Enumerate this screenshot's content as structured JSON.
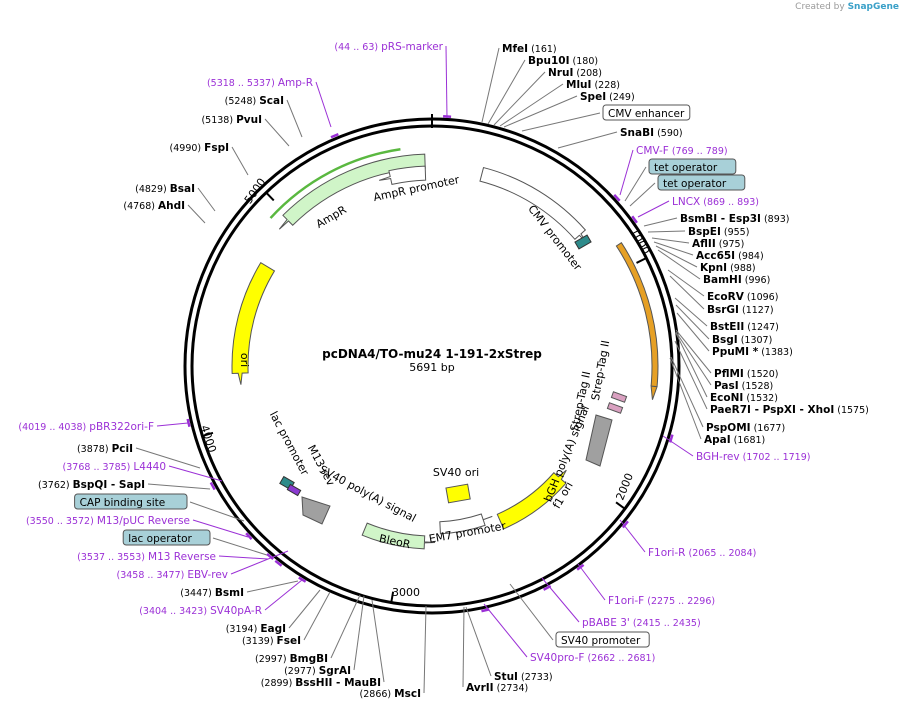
{
  "app": {
    "credit_prefix": "Created by",
    "credit_brand": "SnapGene"
  },
  "map": {
    "name": "pcDNA4/TO-mu24 1-191-2xStrep",
    "length_label": "5691 bp",
    "length_bp": 5691,
    "tick_labels": [
      "1000",
      "2000",
      "3000",
      "4000",
      "5000"
    ]
  },
  "colors": {
    "enzyme": "#000000",
    "primer": "#9b30d6",
    "primer_pos": "#9b30d6",
    "ori": "#ffff00",
    "marker": "#d0f5c8",
    "marker_dark": "#5ab840",
    "orange": "#e6a025",
    "regulatory": "#a8d0d8",
    "polya": "#a0a0a0",
    "strep": "#d9a0c0",
    "teal": "#2e8b8b"
  },
  "features": {
    "cmv_promoter": "CMV promoter",
    "amp_promoter": "AmpR promoter",
    "ampr": "AmpR",
    "ori": "ori",
    "lac_promoter": "lac promoter",
    "m13_rev": "M13 rev",
    "sv40_polya": "SV40 poly(A) signal",
    "sv40_ori": "SV40 ori",
    "bleor": "BleoR",
    "em7": "EM7 promoter",
    "f1_ori": "f1 ori",
    "bgh_polya": "bGH poly(A) signal",
    "strep1": "Strep-Tag II",
    "strep2": "Strep-Tag II"
  },
  "right_labels": [
    {
      "name": "MfeI",
      "pos": "(161)",
      "kind": "enzyme"
    },
    {
      "name": "Bpu10I",
      "pos": "(180)",
      "kind": "enzyme"
    },
    {
      "name": "NruI",
      "pos": "(208)",
      "kind": "enzyme"
    },
    {
      "name": "MluI",
      "pos": "(228)",
      "kind": "enzyme"
    },
    {
      "name": "SpeI",
      "pos": "(249)",
      "kind": "enzyme"
    },
    {
      "name": "CMV enhancer",
      "kind": "boxed"
    },
    {
      "name": "SnaBI",
      "pos": "(590)",
      "kind": "enzyme"
    },
    {
      "name": "CMV-F",
      "pos": "(769 .. 789)",
      "kind": "primer"
    },
    {
      "name": "tet operator",
      "kind": "boxed_blue"
    },
    {
      "name": "tet operator",
      "kind": "boxed_blue"
    },
    {
      "name": "LNCX",
      "pos": "(869 .. 893)",
      "kind": "primer"
    },
    {
      "name": "BsmBI",
      "extra": "- Esp3I",
      "pos": "(893)",
      "kind": "enzyme"
    },
    {
      "name": "BspEI",
      "pos": "(955)",
      "kind": "enzyme"
    },
    {
      "name": "AflII",
      "pos": "(975)",
      "kind": "enzyme"
    },
    {
      "name": "Acc65I",
      "pos": "(984)",
      "kind": "enzyme"
    },
    {
      "name": "KpnI",
      "pos": "(988)",
      "kind": "enzyme"
    },
    {
      "name": "BamHI",
      "pos": "(996)",
      "kind": "enzyme"
    },
    {
      "name": "EcoRV",
      "pos": "(1096)",
      "kind": "enzyme"
    },
    {
      "name": "BsrGI",
      "pos": "(1127)",
      "kind": "enzyme"
    },
    {
      "name": "BstEII",
      "pos": "(1247)",
      "kind": "enzyme"
    },
    {
      "name": "BsgI",
      "pos": "(1307)",
      "kind": "enzyme"
    },
    {
      "name": "PpuMI *",
      "pos": "(1383)",
      "kind": "enzyme"
    },
    {
      "name": "PflMI",
      "pos": "(1520)",
      "kind": "enzyme"
    },
    {
      "name": "PasI",
      "pos": "(1528)",
      "kind": "enzyme"
    },
    {
      "name": "EcoNI",
      "pos": "(1532)",
      "kind": "enzyme"
    },
    {
      "name": "PaeR7I",
      "extra": "- PspXI   - XhoI",
      "pos": "(1575)",
      "kind": "enzyme"
    },
    {
      "name": "PspOMI",
      "pos": "(1677)",
      "kind": "enzyme"
    },
    {
      "name": "ApaI",
      "pos": "(1681)",
      "kind": "enzyme"
    },
    {
      "name": "BGH-rev",
      "pos": "(1702 .. 1719)",
      "kind": "primer"
    },
    {
      "name": "F1ori-R",
      "pos": "(2065 .. 2084)",
      "kind": "primer"
    },
    {
      "name": "F1ori-F",
      "pos": "(2275 .. 2296)",
      "kind": "primer"
    },
    {
      "name": "pBABE 3'",
      "pos": "(2415 .. 2435)",
      "kind": "primer"
    },
    {
      "name": "SV40 promoter",
      "kind": "boxed"
    },
    {
      "name": "SV40pro-F",
      "pos": "(2662 .. 2681)",
      "kind": "primer"
    },
    {
      "name": "StuI",
      "pos": "(2733)",
      "kind": "enzyme"
    },
    {
      "name": "AvrII",
      "pos": "(2734)",
      "kind": "enzyme"
    }
  ],
  "left_labels": [
    {
      "name": "pRS-marker",
      "pos": "(44 .. 63)",
      "kind": "primer"
    },
    {
      "name": "Amp-R",
      "pos": "(5318 .. 5337)",
      "kind": "primer"
    },
    {
      "name": "ScaI",
      "pos": "(5248)",
      "kind": "enzyme"
    },
    {
      "name": "PvuI",
      "pos": "(5138)",
      "kind": "enzyme"
    },
    {
      "name": "FspI",
      "pos": "(4990)",
      "kind": "enzyme"
    },
    {
      "name": "BsaI",
      "pos": "(4829)",
      "kind": "enzyme"
    },
    {
      "name": "AhdI",
      "pos": "(4768)",
      "kind": "enzyme"
    },
    {
      "name": "pBR322ori-F",
      "pos": "(4019 .. 4038)",
      "kind": "primer"
    },
    {
      "name": "PciI",
      "pos": "(3878)",
      "kind": "enzyme"
    },
    {
      "name": "L4440",
      "pos": "(3768 .. 3785)",
      "kind": "primer"
    },
    {
      "name": "BspQI",
      "extra": "- SapI",
      "pos": "(3762)",
      "kind": "enzyme"
    },
    {
      "name": "CAP binding site",
      "kind": "boxed_blue"
    },
    {
      "name": "M13/pUC Reverse",
      "pos": "(3550 .. 3572)",
      "kind": "primer"
    },
    {
      "name": "lac operator",
      "kind": "boxed_blue"
    },
    {
      "name": "M13 Reverse",
      "pos": "(3537 .. 3553)",
      "kind": "primer"
    },
    {
      "name": "EBV-rev",
      "pos": "(3458 .. 3477)",
      "kind": "primer"
    },
    {
      "name": "BsmI",
      "pos": "(3447)",
      "kind": "enzyme"
    },
    {
      "name": "SV40pA-R",
      "pos": "(3404 .. 3423)",
      "kind": "primer"
    },
    {
      "name": "EagI",
      "pos": "(3194)",
      "kind": "enzyme"
    },
    {
      "name": "FseI",
      "pos": "(3139)",
      "kind": "enzyme"
    },
    {
      "name": "BmgBI",
      "pos": "(2997)",
      "kind": "enzyme"
    },
    {
      "name": "SgrAI",
      "pos": "(2977)",
      "kind": "enzyme"
    },
    {
      "name": "BssHII",
      "extra": "- MauBI",
      "pos": "(2899)",
      "kind": "enzyme"
    },
    {
      "name": "MscI",
      "pos": "(2866)",
      "kind": "enzyme"
    }
  ]
}
